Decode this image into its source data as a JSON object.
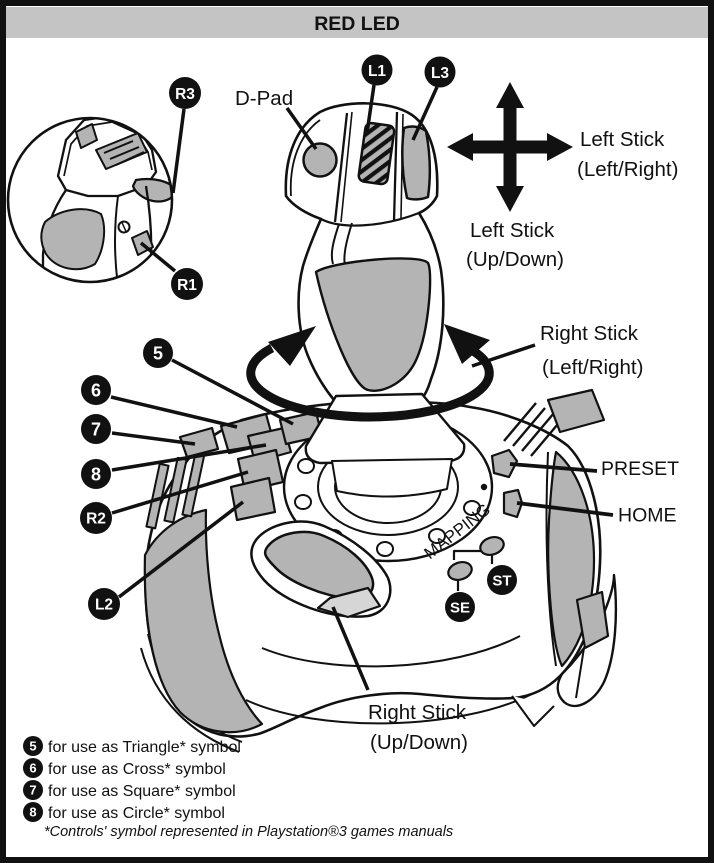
{
  "header": {
    "title": "RED LED"
  },
  "colors": {
    "ink": "#111111",
    "panel_gray": "#b4b4b4",
    "light_gray": "#d6d6d6",
    "header_gray": "#c4c4c4",
    "white": "#ffffff"
  },
  "inset": {
    "r3_label": "R3",
    "r1_label": "R1"
  },
  "grip": {
    "dpad_label": "D-Pad",
    "l1_label": "L1",
    "l3_label": "L3"
  },
  "axes": {
    "left_stick_lr_line1": "Left Stick",
    "left_stick_lr_line2": "(Left/Right)",
    "left_stick_ud_line1": "Left Stick",
    "left_stick_ud_line2": "(Up/Down)",
    "right_stick_lr_line1": "Right Stick",
    "right_stick_lr_line2": "(Left/Right)",
    "right_stick_ud_line1": "Right Stick",
    "right_stick_ud_line2": "(Up/Down)"
  },
  "base": {
    "btn5": "5",
    "btn6": "6",
    "btn7": "7",
    "btn8": "8",
    "r2": "R2",
    "l2": "L2",
    "preset": "PRESET",
    "home": "HOME",
    "mapping": "MAPPING",
    "se": "SE",
    "st": "ST"
  },
  "legend": {
    "items": [
      {
        "badge": "5",
        "text": "for use as Triangle* symbol"
      },
      {
        "badge": "6",
        "text": "for use as Cross* symbol"
      },
      {
        "badge": "7",
        "text": "for use as Square* symbol"
      },
      {
        "badge": "8",
        "text": "for use as Circle* symbol"
      }
    ],
    "footnote": "*Controls' symbol represented in Playstation®3 games manuals"
  }
}
